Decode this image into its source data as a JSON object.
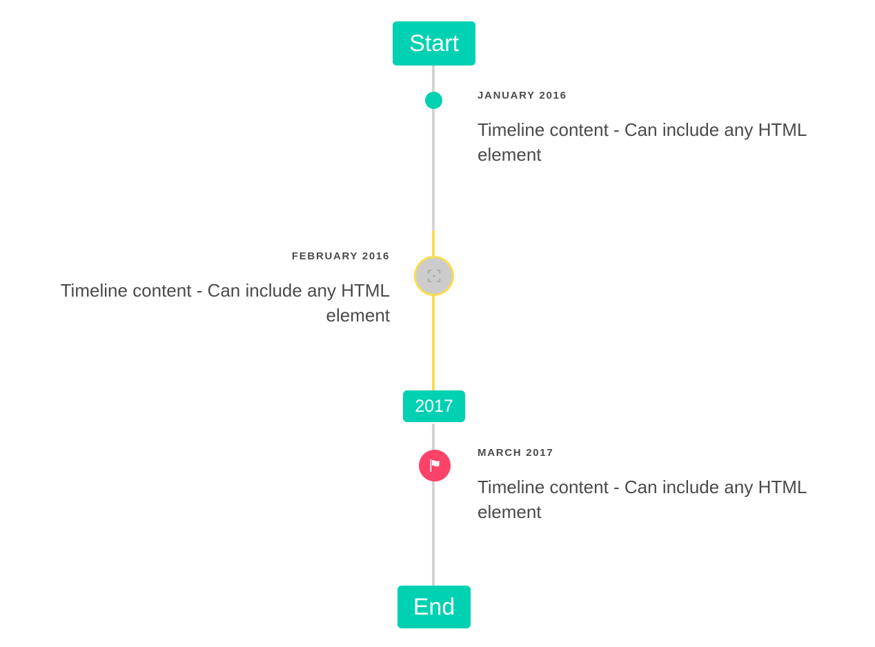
{
  "timeline": {
    "start_label": "Start",
    "end_label": "End",
    "year_label": "2017",
    "colors": {
      "accent_teal": "#00d1b2",
      "accent_yellow": "#fcdc4d",
      "accent_pink": "#fc4268",
      "rail_gray": "#d3d3d3",
      "marker_gray": "#cccccc",
      "text_gray": "#4a4a4a"
    },
    "entries": [
      {
        "date": "JANUARY 2016",
        "body": "Timeline content - Can include any HTML element",
        "side": "right",
        "marker": "dot-icon"
      },
      {
        "date": "FEBRUARY 2016",
        "body": "Timeline content - Can include any HTML element",
        "side": "left",
        "marker": "broken-image-icon"
      },
      {
        "date": "MARCH 2017",
        "body": "Timeline content - Can include any HTML element",
        "side": "right",
        "marker": "flag-icon"
      }
    ]
  }
}
